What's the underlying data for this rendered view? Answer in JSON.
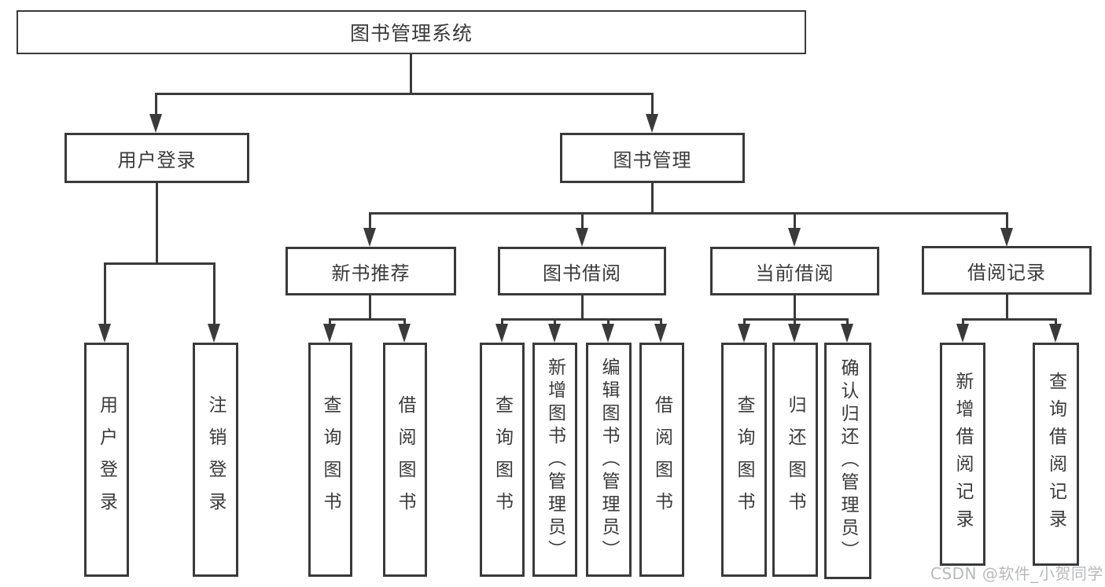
{
  "diagram": {
    "root": "图书管理系统",
    "level2": {
      "user_login": "用户登录",
      "book_mgmt": "图书管理"
    },
    "level3": {
      "new_books": "新书推荐",
      "borrow": "图书借阅",
      "current": "当前借阅",
      "records": "借阅记录"
    },
    "leaves": {
      "user_login_1": "用户登录",
      "user_login_2": "注销登录",
      "new_books_1": "查询图书",
      "new_books_2": "借阅图书",
      "borrow_1": "查询图书",
      "borrow_2": "新增图书（管理员）",
      "borrow_3": "编辑图书（管理员）",
      "borrow_4": "借阅图书",
      "current_1": "查询图书",
      "current_2": "归还图书",
      "current_3": "确认归还（管理员）",
      "records_1": "新增借阅记录",
      "records_2": "查询借阅记录"
    },
    "watermark": "CSDN @软件_小贺同学",
    "colors": {
      "line": "#3a3a3a",
      "text": "#3a3a3a",
      "watermark": "#b6babd",
      "background": "#ffffff"
    }
  }
}
